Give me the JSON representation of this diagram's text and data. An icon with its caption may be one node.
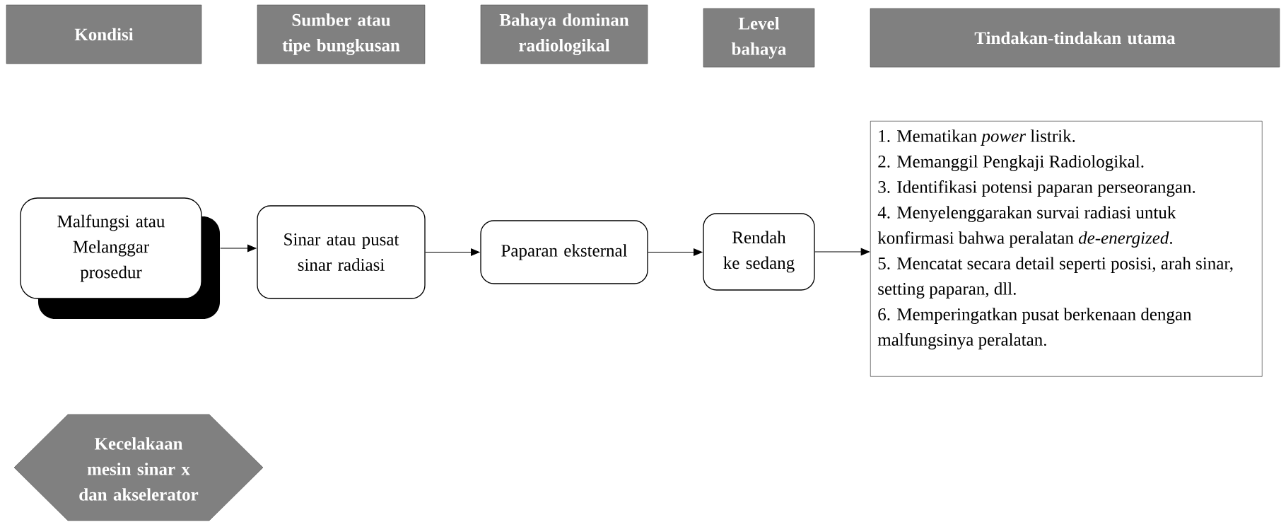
{
  "diagram": {
    "nodes": [
      {
        "text": [
          "Kondisi"
        ]
      },
      {
        "text": [
          "Sumber atau tipe bungkusan"
        ]
      },
      {
        "text": [
          "Bahaya dominan radiologikal"
        ]
      },
      {
        "text": [
          "Level bahaya"
        ]
      },
      {
        "text": [
          "Tindakan-tindakan utama"
        ]
      },
      {
        "text": [
          "Malfungsi atau Melanggar prosedur"
        ]
      },
      {
        "text": [
          "Sinar atau pusat sinar radiasi"
        ]
      },
      {
        "text": [
          "Paparan eksternal"
        ]
      },
      {
        "text": [
          "Rendah ke sedang"
        ]
      },
      {
        "text": [
          "1. Mematikan *power* listrik.",
          "2. Memanggil Pengkaji Radiologikal.",
          "3. Identifikasi potensi paparan perseorangan.",
          "4. Menyelenggarakan survai radiasi untuk konfirmasi bahwa peralatan *de-energized*.",
          "5. Mencatat secara detail seperti posisi, arah sinar, setting paparan, dll.",
          "6. Memperingatkan pusat berkenaan dengan malfungsinya peralatan."
        ]
      },
      {
        "text": [
          "Kecelakaan mesin sinar x dan akselerator"
        ]
      }
    ],
    "edges": [
      {
        "from": 5,
        "to": 6,
        "arrow": "to"
      },
      {
        "from": 6,
        "to": 7,
        "arrow": "to"
      },
      {
        "from": 7,
        "to": 8,
        "arrow": "to"
      },
      {
        "from": 8,
        "to": 9,
        "arrow": "to"
      }
    ]
  }
}
